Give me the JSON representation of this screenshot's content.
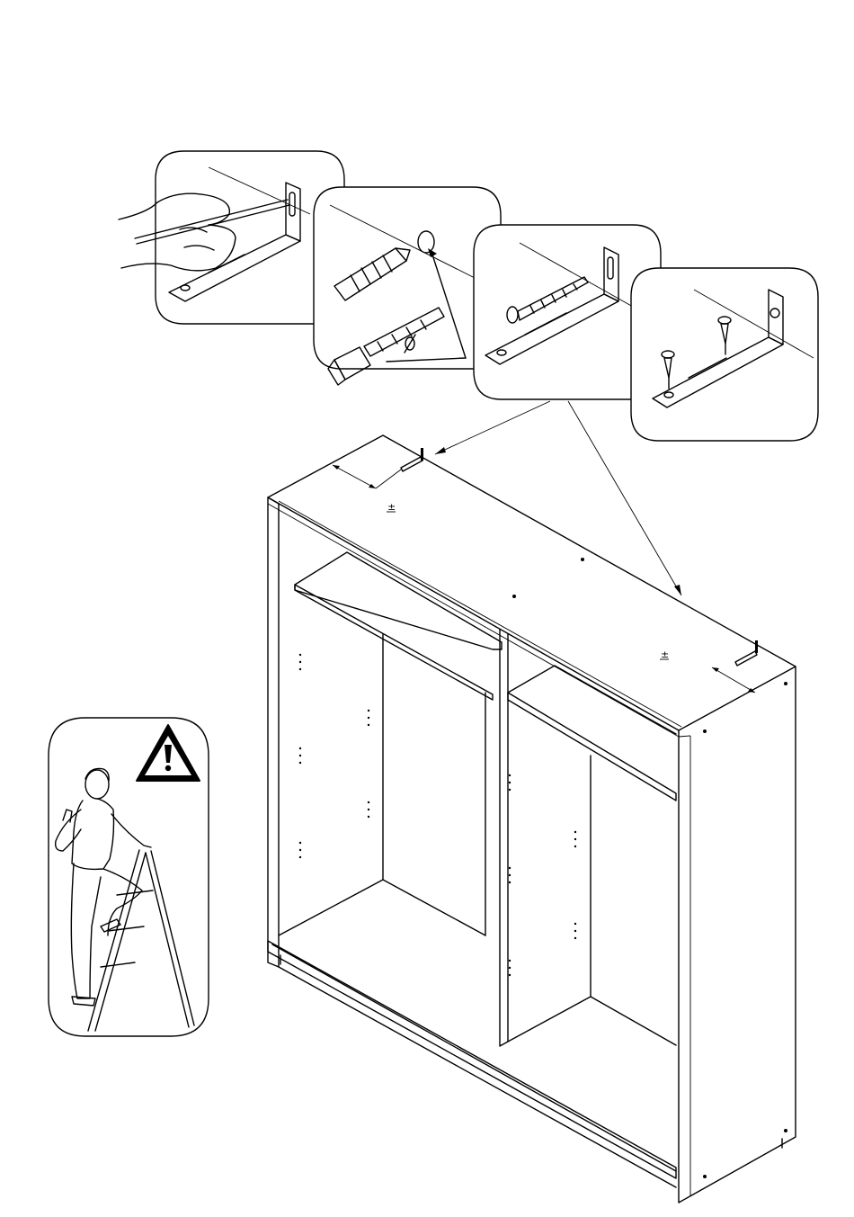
{
  "diagram": {
    "tolerance_labels": [
      {
        "id": "left",
        "text": "±"
      },
      {
        "id": "right",
        "text": "±"
      }
    ],
    "warning_icon": "exclamation-triangle-icon",
    "detail_steps": [
      {
        "id": "step-1",
        "icon": "pencil-marking-icon"
      },
      {
        "id": "step-2",
        "icon": "drill-and-wall-plug-icon"
      },
      {
        "id": "step-3",
        "icon": "wall-screw-icon"
      },
      {
        "id": "step-4",
        "icon": "wardrobe-screws-icon"
      }
    ]
  }
}
